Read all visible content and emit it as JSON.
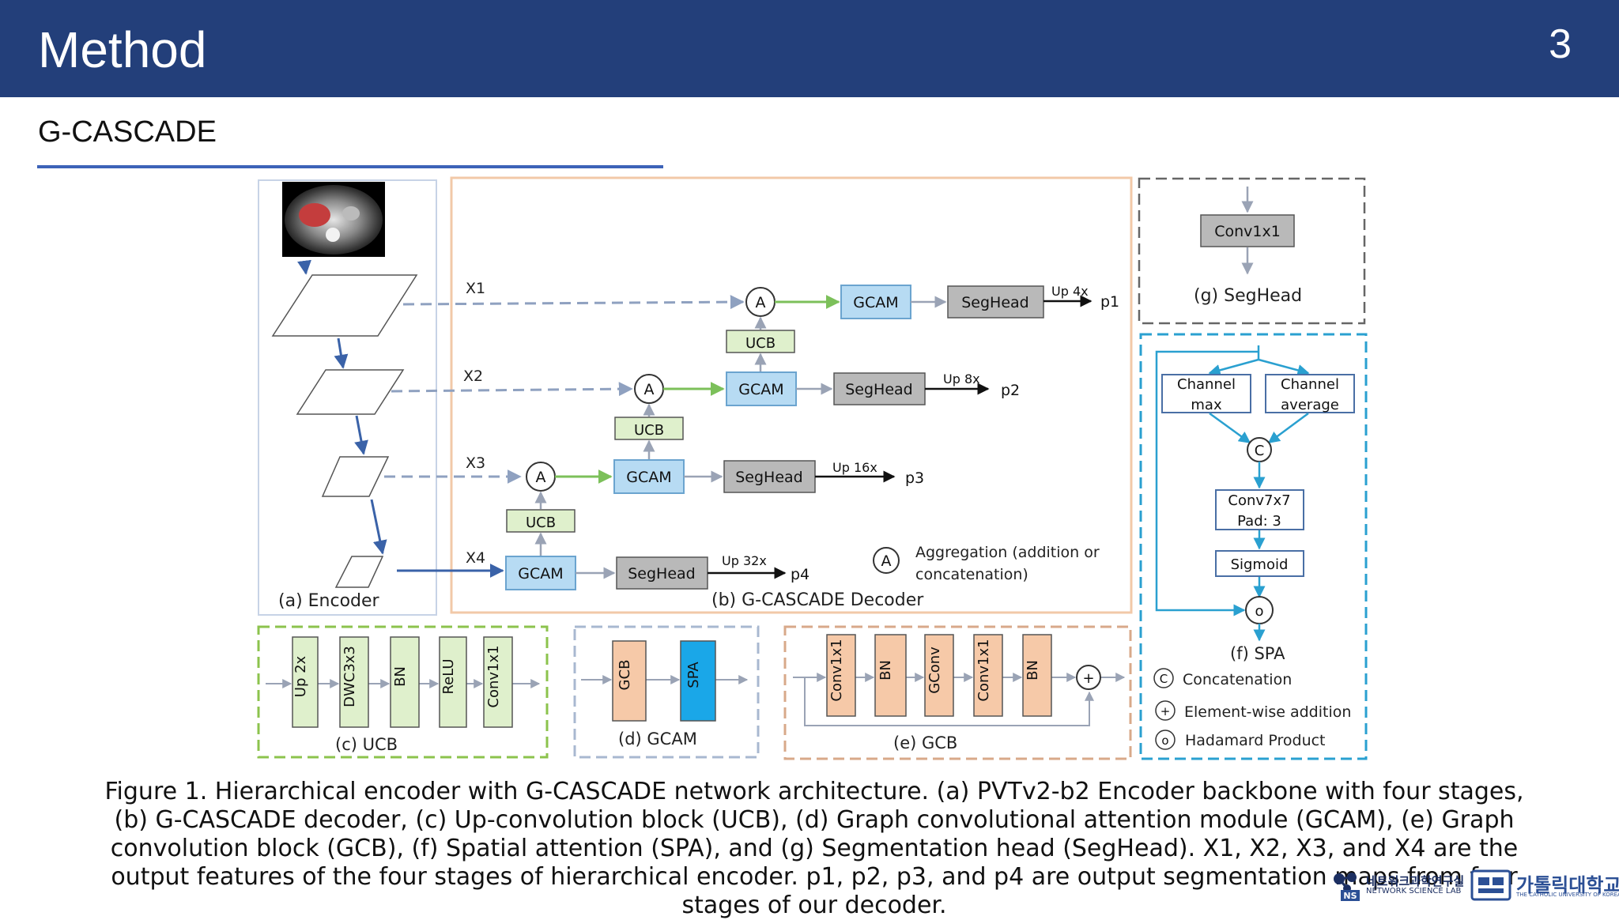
{
  "slide": {
    "title": "Method",
    "page_number": "3",
    "subtitle": "G-CASCADE"
  },
  "colors": {
    "header": "#233f7a",
    "accent_line": "#3d63b8",
    "gcam": "#b7dbf3",
    "grey_block": "#b9b9b9",
    "green_block": "#dff0cc",
    "orange_block": "#f6c9a8",
    "spa_block": "#1aa7e8"
  },
  "diagram": {
    "encoder": {
      "label": "(a) Encoder",
      "features": [
        "X1",
        "X2",
        "X3",
        "X4"
      ]
    },
    "decoder": {
      "label": "(b) G-CASCADE Decoder",
      "aggregation": "A",
      "gcam": "GCAM",
      "ucb": "UCB",
      "seghead": "SegHead",
      "upsample": [
        "Up 4x",
        "Up 8x",
        "Up 16x",
        "Up 32x"
      ],
      "outputs": [
        "p1",
        "p2",
        "p3",
        "p4"
      ],
      "legend_line1": "Aggregation (addition or",
      "legend_line2": "concatenation)"
    },
    "ucb_block": {
      "label": "(c) UCB",
      "layers": [
        "Up 2x",
        "DWC3x3",
        "BN",
        "ReLU",
        "Conv1x1"
      ]
    },
    "gcam_block": {
      "label": "(d) GCAM",
      "layers": [
        "GCB",
        "SPA"
      ]
    },
    "gcb_block": {
      "label": "(e) GCB",
      "layers": [
        "Conv1x1",
        "BN",
        "GConv",
        "Conv1x1",
        "BN"
      ],
      "add_symbol": "+"
    },
    "seghead_block": {
      "label": "(g) SegHead",
      "layer": "Conv1x1"
    },
    "spa_block": {
      "label": "(f) SPA",
      "channel_max_1": "Channel",
      "channel_max_2": "max",
      "channel_avg_1": "Channel",
      "channel_avg_2": "average",
      "concat_symbol": "C",
      "conv_1": "Conv7x7",
      "conv_2": "Pad: 3",
      "sigmoid": "Sigmoid",
      "hadamard_symbol": "o",
      "legend": [
        {
          "symbol": "C",
          "text": "Concatenation"
        },
        {
          "symbol": "+",
          "text": "Element-wise addition"
        },
        {
          "symbol": "o",
          "text": "Hadamard Product"
        }
      ]
    }
  },
  "caption": "Figure 1. Hierarchical encoder with G-CASCADE network architecture. (a) PVTv2-b2 Encoder backbone with four stages, (b) G-CASCADE decoder, (c) Up-convolution block (UCB), (d) Graph convolutional attention module (GCAM), (e) Graph convolution block (GCB), (f) Spatial attention (SPA), and (g) Segmentation head (SegHead). X1, X2, X3, and X4 are the output features of the four stages of hierarchical encoder. p1, p2, p3, and p4 are output segmentation maps from four stages of our decoder.",
  "logos": {
    "lab_ko": "네트워크과학연구실",
    "lab_en": "NETWORK SCIENCE LAB",
    "lab_badge": "NS",
    "uni_ko": "가톨릭대학교",
    "uni_en": "THE CATHOLIC UNIVERSITY OF KOREA"
  }
}
